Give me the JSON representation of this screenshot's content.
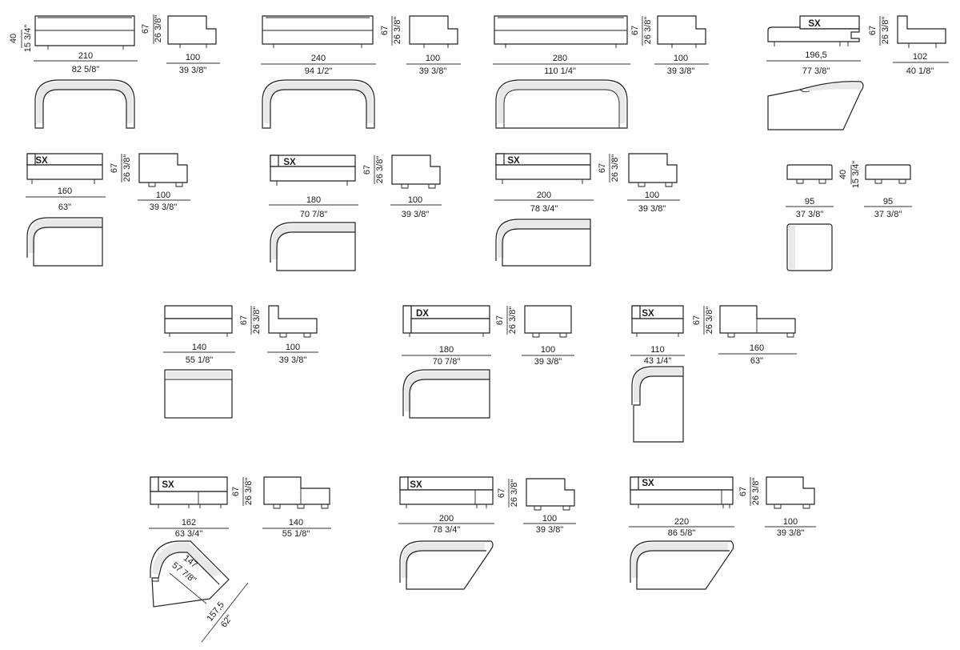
{
  "row1": [
    {
      "width": "210",
      "width_in": "82 5/8\"",
      "depth": "100",
      "depth_in": "39 3/8\"",
      "height": "67",
      "height_in": "26 3/8\"",
      "seat": "40",
      "seat_in": "15 3/4\""
    },
    {
      "width": "240",
      "width_in": "94 1/2\"",
      "depth": "100",
      "depth_in": "39 3/8\"",
      "height": "67",
      "height_in": "26 3/8\""
    },
    {
      "width": "280",
      "width_in": "110 1/4\"",
      "depth": "100",
      "depth_in": "39 3/8\"",
      "height": "67",
      "height_in": "26 3/8\""
    },
    {
      "label": "SX",
      "width": "196,5",
      "width_in": "77 3/8\"",
      "depth": "102",
      "depth_in": "40 1/8\"",
      "height": "67",
      "height_in": "26 3/8\""
    }
  ],
  "row2": [
    {
      "label": "SX",
      "width": "160",
      "width_in": "63\"",
      "depth": "100",
      "depth_in": "39 3/8\"",
      "height": "67",
      "height_in": "26 3/8\""
    },
    {
      "label": "SX",
      "width": "180",
      "width_in": "70 7/8\"",
      "depth": "100",
      "depth_in": "39 3/8\"",
      "height": "67",
      "height_in": "26 3/8\""
    },
    {
      "label": "SX",
      "width": "200",
      "width_in": "78 3/4\"",
      "depth": "100",
      "depth_in": "39 3/8\"",
      "height": "67",
      "height_in": "26 3/8\""
    },
    {
      "width": "95",
      "width_in": "37 3/8\"",
      "depth": "95",
      "depth_in": "37 3/8\"",
      "height": "40",
      "height_in": "15 3/4\""
    }
  ],
  "row3": [
    {
      "width": "140",
      "width_in": "55 1/8\"",
      "depth": "100",
      "depth_in": "39 3/8\"",
      "height": "67",
      "height_in": "26 3/8\""
    },
    {
      "label": "DX",
      "width": "180",
      "width_in": "70 7/8\"",
      "depth": "100",
      "depth_in": "39 3/8\"",
      "height": "67",
      "height_in": "26 3/8\""
    },
    {
      "label": "SX",
      "width": "110",
      "width_in": "43 1/4\"",
      "depth": "160",
      "depth_in": "63\"",
      "height": "67",
      "height_in": "26 3/8\""
    }
  ],
  "row4": [
    {
      "label": "SX",
      "width": "162",
      "width_in": "63 3/4\"",
      "depth": "140",
      "depth_in": "55 1/8\"",
      "height": "67",
      "height_in": "26 3/8\"",
      "inner": "147",
      "inner_in": "57 7/8\"",
      "diag": "157,5",
      "diag_in": "62\""
    },
    {
      "label": "SX",
      "width": "200",
      "width_in": "78 3/4\"",
      "depth": "100",
      "depth_in": "39 3/8\"",
      "height": "67",
      "height_in": "26 3/8\""
    },
    {
      "label": "SX",
      "width": "220",
      "width_in": "86 5/8\"",
      "depth": "100",
      "depth_in": "39 3/8\"",
      "height": "67",
      "height_in": "26 3/8\""
    }
  ]
}
